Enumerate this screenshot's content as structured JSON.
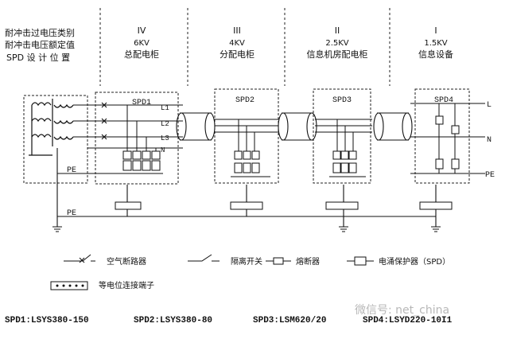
{
  "left_labels": {
    "row1": "耐冲击过电压类别",
    "row2": "耐冲击电压额定值",
    "row3": "SPD 设 计 位 置"
  },
  "columns": [
    {
      "roman": "IV",
      "voltage": "6KV",
      "name": "总配电柜"
    },
    {
      "roman": "III",
      "voltage": "4KV",
      "name": "分配电柜"
    },
    {
      "roman": "II",
      "voltage": "2.5KV",
      "name": "信息机房配电柜"
    },
    {
      "roman": "I",
      "voltage": "1.5KV",
      "name": "信息设备"
    }
  ],
  "spd_boxes": [
    "SPD1",
    "SPD2",
    "SPD3",
    "SPD4"
  ],
  "line_labels": {
    "l1": "L1",
    "l2": "L2",
    "l3": "L3",
    "n": "N",
    "pe_left": "PE",
    "pe_bottom": "PE",
    "out_l": "L",
    "out_n": "N",
    "out_pe": "PE"
  },
  "legend": {
    "breaker": "空气断路器",
    "switch": "隔离开关",
    "fuse": "熔断器",
    "spd": "电涌保护器（SPD）",
    "bonding": "等电位连接端子"
  },
  "models": [
    "SPD1:LSYS380-150",
    "SPD2:LSYS380-80",
    "SPD3:LSM620/20",
    "SPD4:LSYD220-10I1"
  ],
  "watermark": "微信号: net_china"
}
